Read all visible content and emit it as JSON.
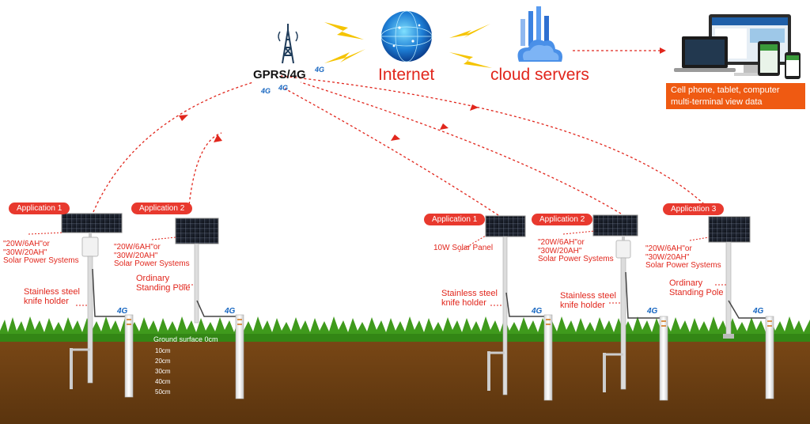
{
  "network": {
    "gprs_label": "GPRS/4G",
    "internet_label": "Internet",
    "cloud_label": "cloud servers",
    "terminal_label_line1": "Cell phone, tablet, computer",
    "terminal_label_line2": "multi-terminal view data",
    "badge_4g": "4G"
  },
  "left_group": {
    "app1": "Application 1",
    "app2": "Application 2",
    "app1_power_line1": "\"20W/6AH\"or",
    "app1_power_line2": "\"30W/20AH\"",
    "app1_power_line3": "Solar Power Systems",
    "app2_power_line1": "\"20W/6AH\"or",
    "app2_power_line2": "\"30W/20AH\"",
    "app2_power_line3": "Solar Power Systems",
    "knife_line1": "Stainless steel",
    "knife_line2": "knife holder",
    "pole_line1": "Ordinary",
    "pole_line2": "Standing Pole",
    "ground_surface": "Ground surface 0cm",
    "depths": [
      "10cm",
      "20cm",
      "30cm",
      "40cm",
      "50cm"
    ]
  },
  "right_group": {
    "app1": "Application 1",
    "app2": "Application 2",
    "app3": "Application 3",
    "solar10": "10W Solar Panel",
    "app2_power_line1": "\"20W/6AH\"or",
    "app2_power_line2": "\"30W/20AH\"",
    "app2_power_line3": "Solar Power Systems",
    "app3_power_line1": "\"20W/6AH\"or",
    "app3_power_line2": "\"30W/20AH\"",
    "app3_power_line3": "Solar Power Systems",
    "knife1_line1": "Stainless steel",
    "knife1_line2": "knife holder",
    "knife2_line1": "Stainless steel",
    "knife2_line2": "knife holder",
    "pole_line1": "Ordinary",
    "pole_line2": "Standing Pole"
  },
  "colors": {
    "accent_red": "#e1261c",
    "pill_red": "#e8392e",
    "orange_box": "#ef5a12",
    "lightning": "#f5c400",
    "grass": "#3f9a1c",
    "soil": "#6a3e12",
    "sky": "#ffffff"
  }
}
